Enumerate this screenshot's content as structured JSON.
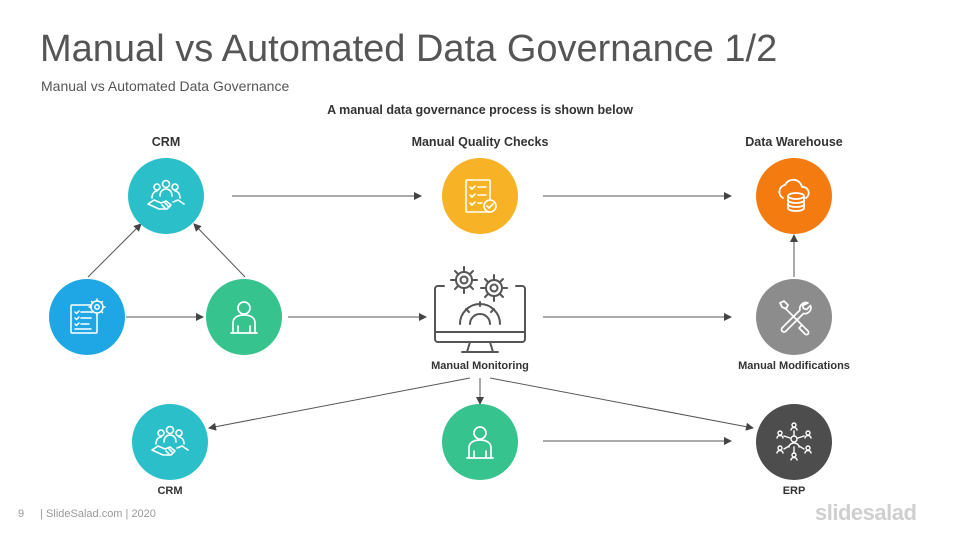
{
  "slide": {
    "title": "Manual vs Automated Data Governance 1/2",
    "subtitle": "Manual vs Automated Data Governance",
    "caption": "A manual data governance process is shown below"
  },
  "nodes": {
    "crm_top": {
      "label": "CRM",
      "color": "#2bc0c9",
      "icon": "handshake-people-icon"
    },
    "manual_quality_checks": {
      "label": "Manual Quality Checks",
      "color": "#f7b325",
      "icon": "checklist-icon"
    },
    "data_warehouse": {
      "label": "Data Warehouse",
      "color": "#f47b10",
      "icon": "database-cloud-icon"
    },
    "data_source": {
      "color": "#1fa6e4",
      "icon": "document-gear-icon"
    },
    "user_middle": {
      "color": "#37c38e",
      "icon": "user-icon"
    },
    "manual_monitoring": {
      "label": "Manual Monitoring",
      "color": "#555555",
      "icon": "monitor-gears-icon"
    },
    "manual_modifications": {
      "label": "Manual Modifications",
      "color": "#8c8c8c",
      "icon": "tools-icon"
    },
    "crm_bottom": {
      "label": "CRM",
      "color": "#2bc0c9",
      "icon": "handshake-people-icon"
    },
    "user_bottom": {
      "color": "#37c38e",
      "icon": "user-icon"
    },
    "erp": {
      "label": "ERP",
      "color": "#4d4d4d",
      "icon": "network-people-icon"
    }
  },
  "footer": {
    "page_number": "9",
    "text": "| SlideSalad.com | 2020",
    "brand": "slidesalad"
  }
}
